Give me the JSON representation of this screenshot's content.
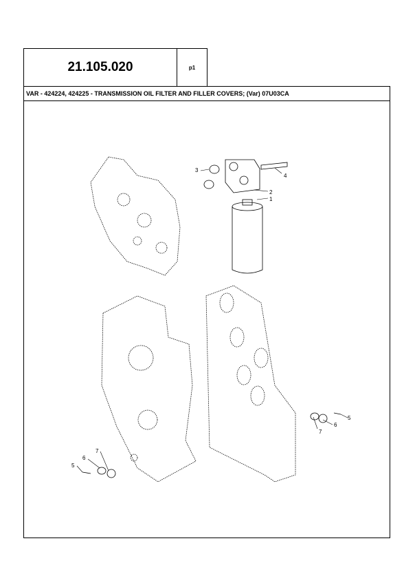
{
  "header": {
    "section_code": "21.105.020",
    "page_label": "p1"
  },
  "title": "VAR - 424224, 424225 - TRANSMISSION OIL FILTER AND FILLER COVERS; (Var) 07U03CA",
  "callouts": {
    "c1": "1",
    "c2": "2",
    "c3": "3",
    "c4": "4",
    "c5a": "5",
    "c6a": "6",
    "c7a": "7",
    "c5b": "5",
    "c6b": "6",
    "c7b": "7"
  }
}
